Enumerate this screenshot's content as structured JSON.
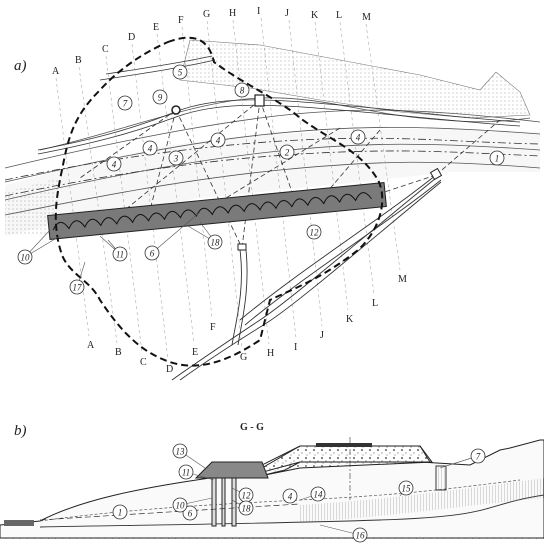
{
  "panels": {
    "a": "a)",
    "b": "b)"
  },
  "section_title": "G - G",
  "grid_letters_top": [
    "A",
    "B",
    "C",
    "D",
    "E",
    "F",
    "G",
    "H",
    "I",
    "J",
    "K",
    "L",
    "M"
  ],
  "grid_letters_bottom": [
    "A",
    "B",
    "C",
    "D",
    "E",
    "F",
    "G",
    "H",
    "I",
    "J",
    "K",
    "L",
    "M"
  ],
  "plan_callouts": [
    "1",
    "2",
    "3",
    "4",
    "4",
    "4",
    "4",
    "5",
    "6",
    "7",
    "8",
    "9",
    "10",
    "11",
    "12",
    "17",
    "18"
  ],
  "section_callouts": [
    "1",
    "4",
    "6",
    "7",
    "10",
    "11",
    "12",
    "13",
    "14",
    "15",
    "16",
    "18"
  ],
  "colors": {
    "line": "#333333",
    "band": "#6e6e6e",
    "stipple": "#bdbdbd",
    "fill": "#f2f2f2"
  }
}
